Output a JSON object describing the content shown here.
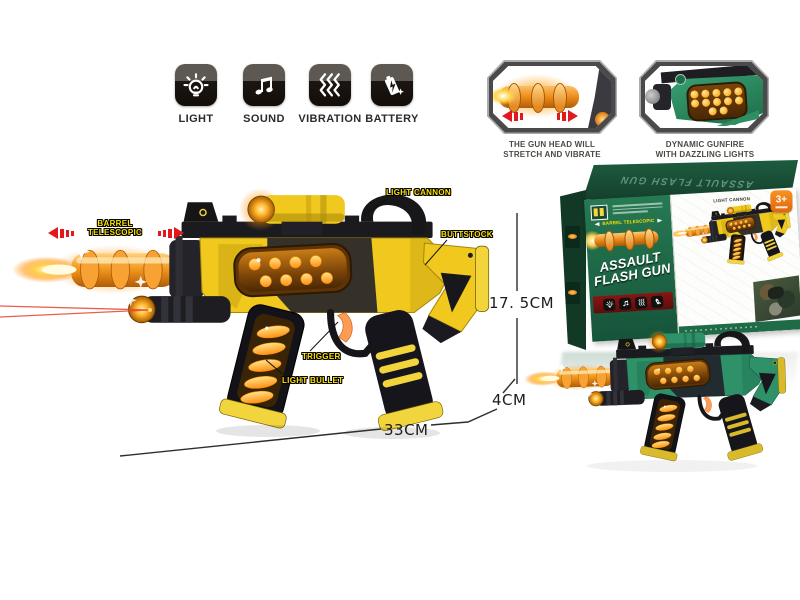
{
  "product": {
    "features": [
      {
        "label": "LIGHT",
        "icon": "light-bulb-icon"
      },
      {
        "label": "SOUND",
        "icon": "music-notes-icon"
      },
      {
        "label": "VIBRATION",
        "icon": "vibration-waves-icon"
      },
      {
        "label": "BATTERY",
        "icon": "battery-icon"
      }
    ],
    "insets": [
      {
        "caption_line1": "THE GUN HEAD WILL",
        "caption_line2": "STRETCH AND VIBRATE"
      },
      {
        "caption_line1": "DYNAMIC GUNFIRE",
        "caption_line2": "WITH DAZZLING LIGHTS"
      }
    ],
    "callouts": {
      "barrel_line1": "BARREL",
      "barrel_line2": "TELESCOPIC",
      "light_cannon": "LIGHT CANNON",
      "buttstock": "BUTTSTOCK",
      "trigger": "TRIGGER",
      "light_bullet": "LIGHT BULLET"
    },
    "dimensions": {
      "height": "17. 5CM",
      "grip_offset": "4CM",
      "length": "33CM"
    }
  },
  "box": {
    "title_line1": "ASSAULT",
    "title_line2": "FLASH GUN",
    "top_flap_text": "ASSAULT FLASH GUN",
    "barrel_label": "BARREL TELESCOPIC",
    "age_badge": "3+",
    "panel_callout": "LIGHT CANNON"
  },
  "colors": {
    "label_yellow": "#ffe200",
    "arrow_red": "#e2181c",
    "flame_orange": "#ff9d2e",
    "amber_glow": "#ffb300",
    "laser_red": "#e84033",
    "box_green": "#1f6b47",
    "box_dark_green": "#143f2b",
    "badge_orange": "#ef7d1a",
    "gun_yellow": "#f0c81e",
    "gun_green": "#2f9168"
  }
}
